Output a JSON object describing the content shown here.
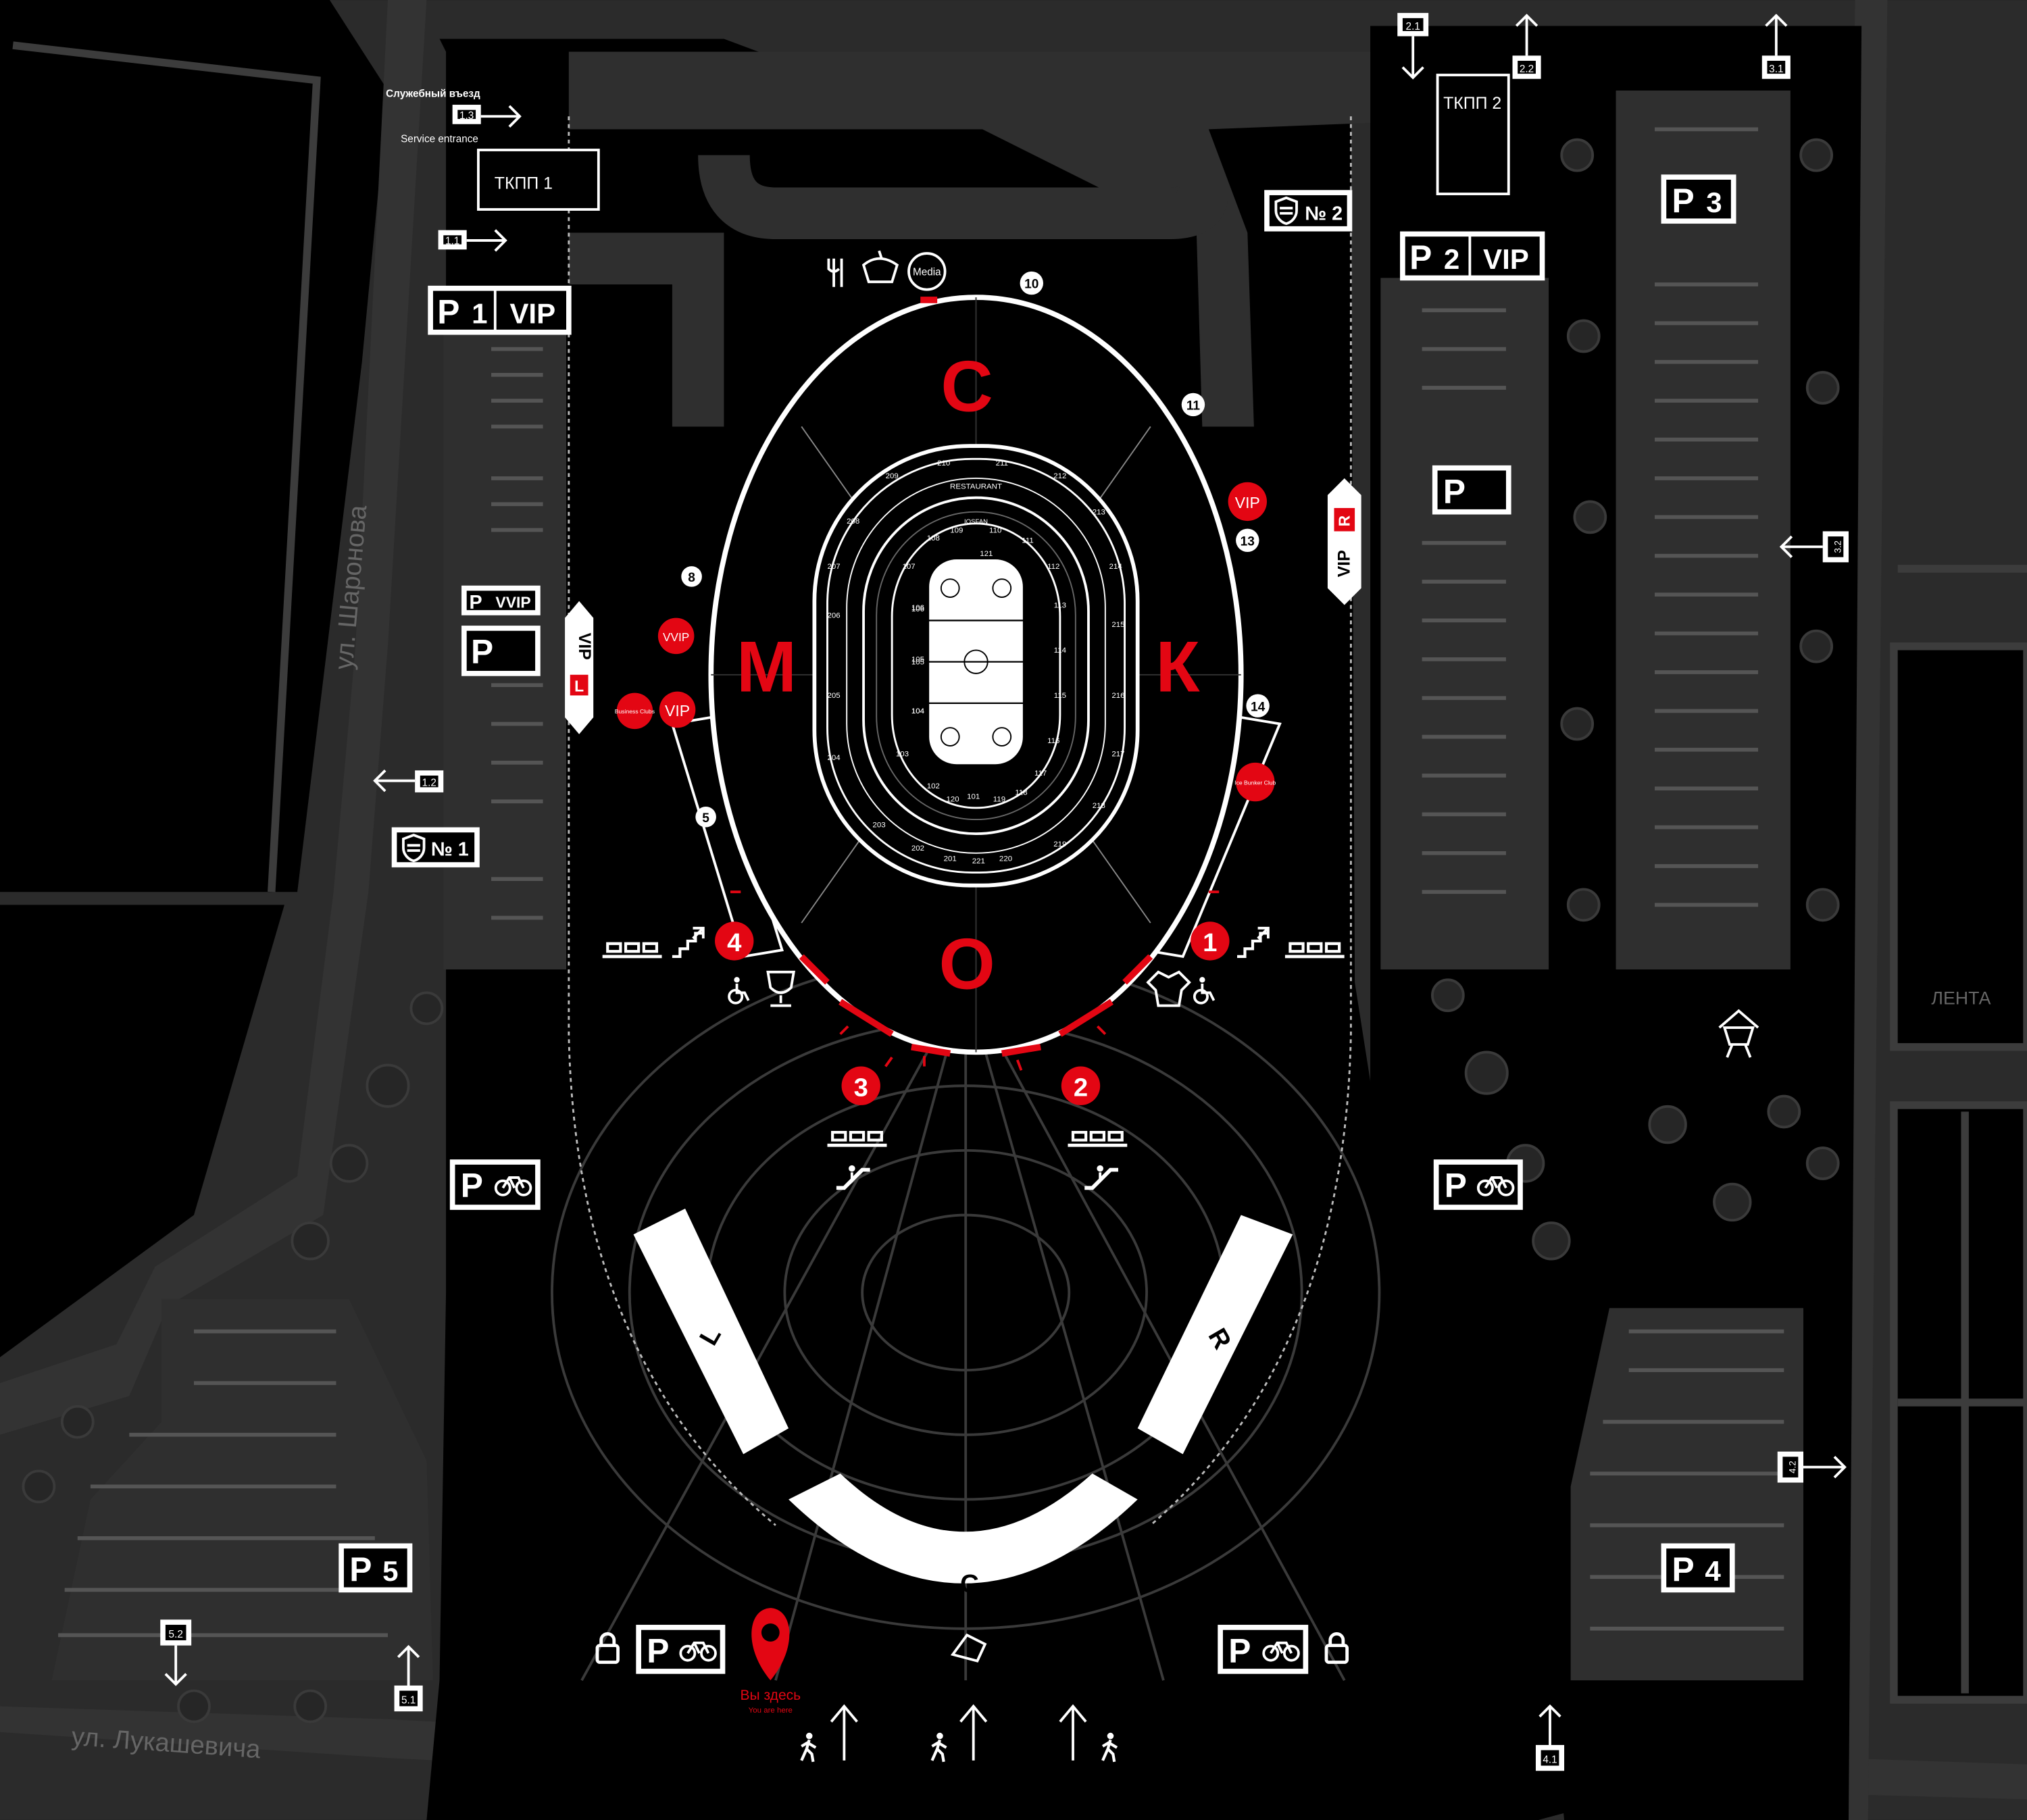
{
  "streets": {
    "sharonova": "ул. Шаронова",
    "lukashevicha": "ул. Лукашевича"
  },
  "service_entrance": {
    "title_ru": "Служебный въезд",
    "title_en": "Service entrance",
    "code": "1.3"
  },
  "checkpoints": [
    "ТКПП 1",
    "ТКПП 2"
  ],
  "gate_codes": [
    "1.1",
    "1.2",
    "1.3",
    "2.1",
    "2.2",
    "3.1",
    "3.2",
    "4.1",
    "4.2",
    "5.1",
    "5.2"
  ],
  "parking": {
    "p_letter": "P",
    "p1_num": "1",
    "p1_vip": "VIP",
    "p2_num": "2",
    "p2_vip": "VIP",
    "p3": "3",
    "p4": "4",
    "p5": "5",
    "vvip": "VVIP"
  },
  "security_posts": [
    "№ 1",
    "№ 2"
  ],
  "stands": {
    "north": "С",
    "west": "М",
    "east": "К",
    "south": "О"
  },
  "fan_zone": {
    "left": "L",
    "right": "R",
    "center": "С"
  },
  "entrances": {
    "red": [
      "1",
      "2",
      "3",
      "4"
    ],
    "white": [
      "5",
      "8",
      "10",
      "11",
      "13",
      "14"
    ]
  },
  "vip_badges": {
    "vip": "VIP",
    "vvip": "VVIP",
    "business": "Business Clubs",
    "ice_bunker": "Ice Bunker Club",
    "vip_l_text": "VIP",
    "vip_l_letter": "L",
    "vip_r_text": "VIP",
    "vip_r_letter": "R"
  },
  "media": "Media",
  "restaurant": "RESTAURANT",
  "you_are_here": {
    "ru": "Вы здесь",
    "en": "You are here"
  },
  "neighbor": "ЛЕНТА",
  "sectors": {
    "upper": [
      "201",
      "202",
      "203",
      "204",
      "205",
      "206",
      "207",
      "208",
      "209",
      "210",
      "211",
      "212",
      "213",
      "214",
      "215",
      "216",
      "217",
      "218",
      "219",
      "220",
      "221"
    ],
    "lower": [
      "101",
      "102",
      "103",
      "104",
      "105",
      "106",
      "107",
      "108",
      "109",
      "110",
      "111",
      "112",
      "113",
      "114",
      "115",
      "116",
      "117",
      "118",
      "119",
      "120",
      "121"
    ],
    "fan": "IOSFAN",
    "rink_labels": [
      "106",
      "105",
      "104"
    ]
  },
  "colors": {
    "accent": "#e30613",
    "background": "#000000",
    "ground": "#2b2b2b",
    "lot": "#2f2f2f"
  },
  "icons": [
    "food-icon",
    "gamepad-icon",
    "wheelchair-icon",
    "cup-icon",
    "merch-icon",
    "escalator-icon",
    "seats-icon",
    "stairs-icon",
    "bicycle-icon",
    "lock-icon",
    "pedestrian-icon",
    "location-pin-icon",
    "shield-icon",
    "arrow-icon",
    "tower-icon",
    "ticket-icon"
  ]
}
